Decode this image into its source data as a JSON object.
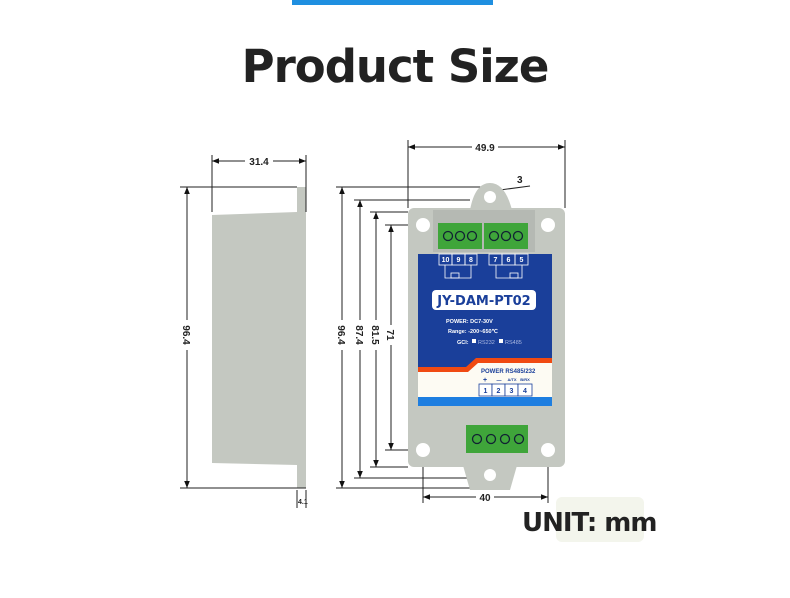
{
  "title": "Product Size",
  "unit_label": "UNIT: mm",
  "dimensions": {
    "side_depth": "31.4",
    "side_height": "96.4",
    "flange": "4.1",
    "front_width": "49.9",
    "ear_hole": "3",
    "total_height": "96.4",
    "ear_height": "87.4",
    "body_height": "81.5",
    "hole_spacing_v": "71",
    "hole_spacing_h": "40"
  },
  "device": {
    "model": "JY-DAM-PT02",
    "power": "POWER: DC7-30V",
    "range": "Range: -200~650℃",
    "gci_label": "GCI:",
    "gci_opt1": "RS232",
    "gci_opt2": "RS485",
    "top_terminals": [
      "10",
      "9",
      "8",
      "7",
      "6",
      "5"
    ],
    "bottom_header": "POWER RS485/232",
    "bottom_signs": [
      "+",
      "—",
      "A/TX",
      "B/RX"
    ],
    "bottom_terminals": [
      "1",
      "2",
      "3",
      "4"
    ]
  },
  "colors": {
    "accent": "#1f8fe0",
    "panel_blue": "#1a3f9a",
    "terminal_green": "#3fa53a",
    "housing": "#c4c8c1",
    "stripe": "#f04a12"
  }
}
